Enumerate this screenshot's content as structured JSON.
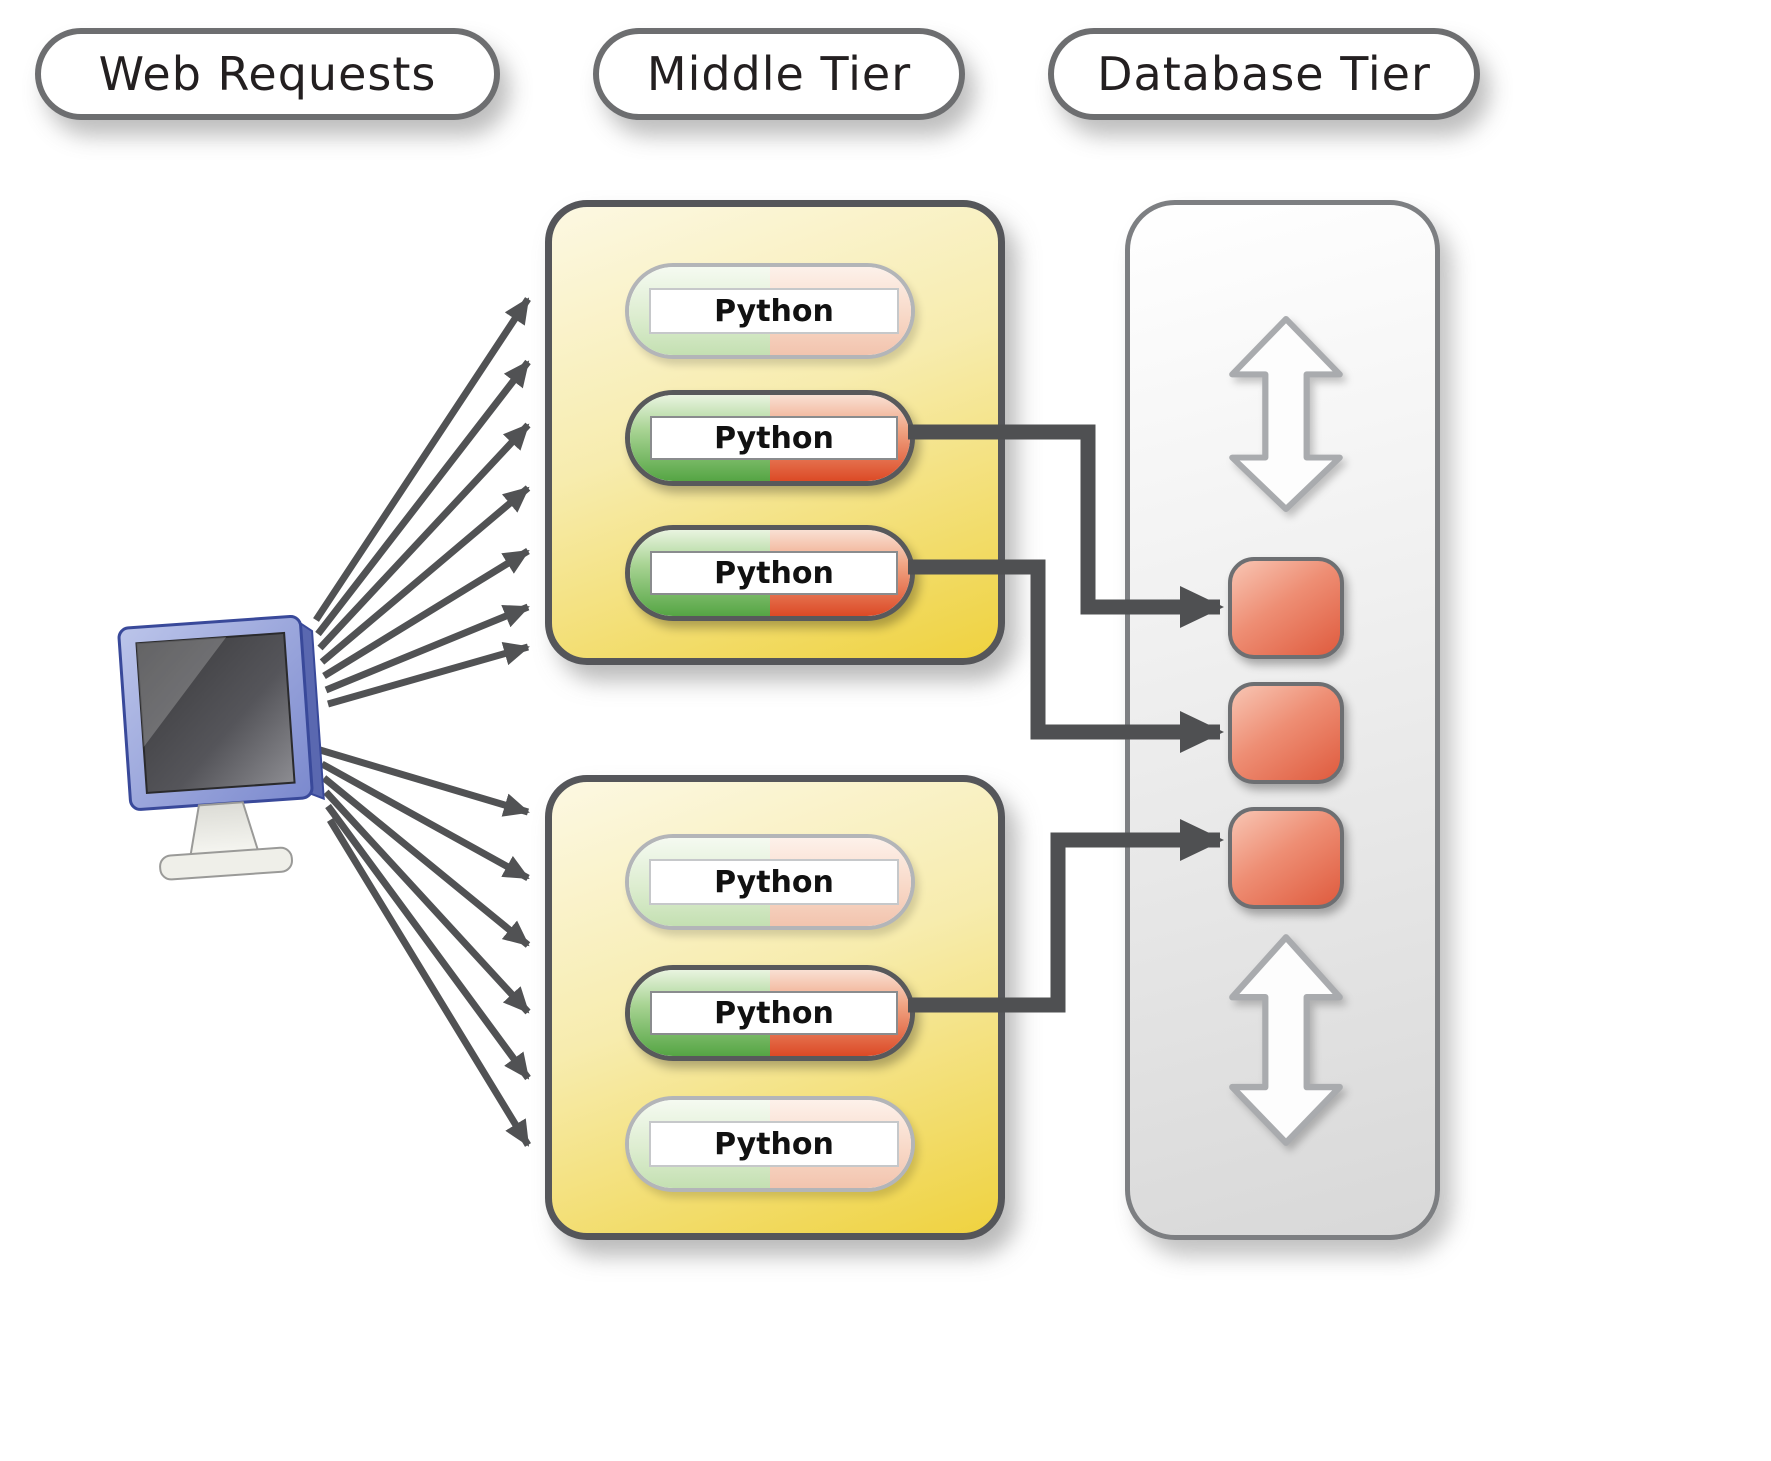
{
  "headers": {
    "web_requests": "Web Requests",
    "middle_tier": "Middle Tier",
    "database_tier": "Database Tier"
  },
  "middle_tier": {
    "upper_box": {
      "processes": [
        {
          "label": "Python",
          "state": "idle"
        },
        {
          "label": "Python",
          "state": "active"
        },
        {
          "label": "Python",
          "state": "active"
        }
      ]
    },
    "lower_box": {
      "processes": [
        {
          "label": "Python",
          "state": "idle"
        },
        {
          "label": "Python",
          "state": "active"
        },
        {
          "label": "Python",
          "state": "idle"
        }
      ]
    }
  },
  "web_requests": {
    "client_icon": "computer-monitor-icon",
    "arrows_to_upper_box": 7,
    "arrows_to_lower_box": 6
  },
  "database_tier": {
    "connection_nodes": 3,
    "active_connections": 3,
    "io_icon": "double-vertical-arrow-icon"
  },
  "colors": {
    "box_yellow": "#EFD23F",
    "pill_green": "#55A544",
    "pill_red": "#DC4A26",
    "db_node_red": "#DF5B3E",
    "connector_gray": "#4F5052",
    "border_gray": "#58595B"
  }
}
